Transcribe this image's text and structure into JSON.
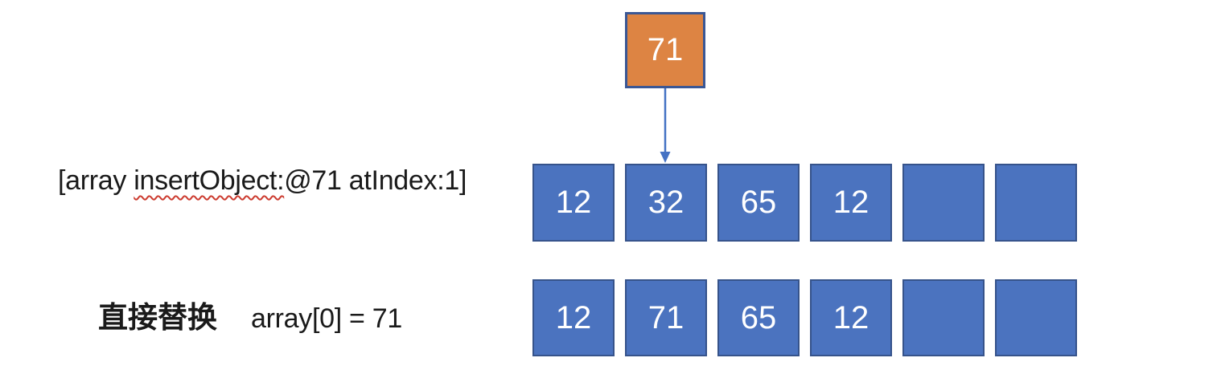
{
  "insert_box": {
    "value": "71"
  },
  "code_line": {
    "prefix": "[array ",
    "underlined": "insertObject:",
    "suffix": "@71 atIndex:1]"
  },
  "replace_line": {
    "label_cn": "直接替换",
    "code": "array[0] = 71"
  },
  "rows": [
    {
      "cells": [
        "12",
        "32",
        "65",
        "12",
        "",
        ""
      ]
    },
    {
      "cells": [
        "12",
        "71",
        "65",
        "12",
        "",
        ""
      ]
    }
  ],
  "colors": {
    "cell_fill": "#4b73bf",
    "cell_border": "#36538b",
    "insert_fill": "#dd8443",
    "insert_border": "#3a5795",
    "arrow": "#4472c4",
    "squiggle": "#cc3b2f",
    "text": "#1a1a1a"
  }
}
